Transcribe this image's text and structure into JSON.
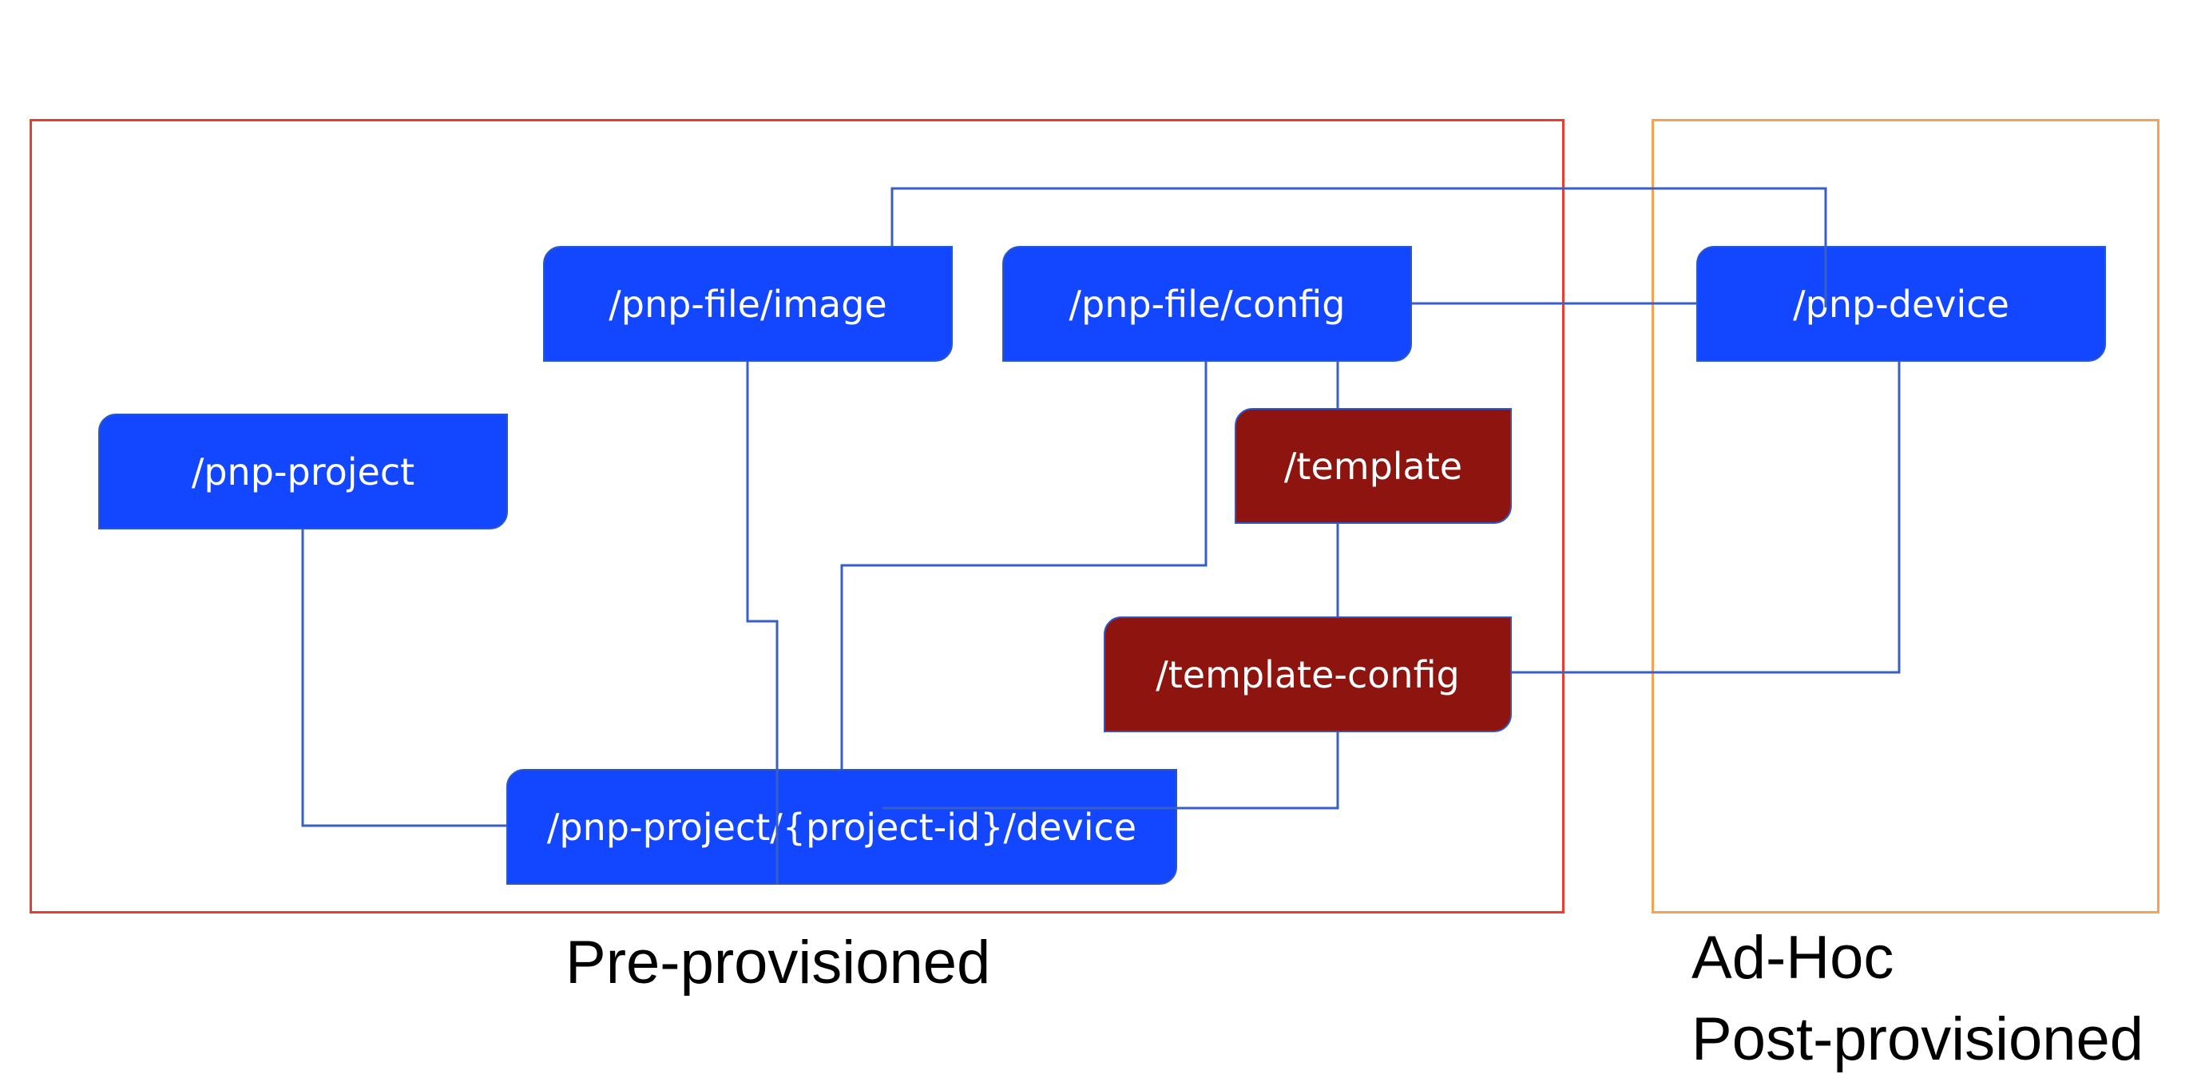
{
  "groups": {
    "pre_provisioned": {
      "caption": "Pre-provisioned",
      "border_color": "#ee3b2e"
    },
    "ad_hoc": {
      "caption_line1": "Ad-Hoc",
      "caption_line2": "Post-provisioned",
      "border_color": "#f7a253"
    }
  },
  "nodes": {
    "pnp_project": {
      "label": "/pnp-project",
      "color": "#1346ff"
    },
    "pnp_file_image": {
      "label": "/pnp-file/image",
      "color": "#1346ff"
    },
    "pnp_file_config": {
      "label": "/pnp-file/config",
      "color": "#1346ff"
    },
    "pnp_device": {
      "label": "/pnp-device",
      "color": "#1346ff"
    },
    "template": {
      "label": "/template",
      "color": "#8e150f"
    },
    "template_config": {
      "label": "/template-config",
      "color": "#8e150f"
    },
    "pnp_project_device": {
      "label": "/pnp-project/{project-id}/device",
      "color": "#1346ff"
    }
  },
  "connectors": [
    {
      "from": "pnp_file_image",
      "to": "pnp_device"
    },
    {
      "from": "pnp_file_config",
      "to": "pnp_device"
    },
    {
      "from": "pnp_file_config",
      "to": "template"
    },
    {
      "from": "template",
      "to": "template_config"
    },
    {
      "from": "template_config",
      "to": "pnp_project_device"
    },
    {
      "from": "pnp_device",
      "to": "template_config"
    },
    {
      "from": "pnp_project",
      "to": "pnp_project_device"
    },
    {
      "from": "pnp_file_image",
      "to": "pnp_project_device"
    },
    {
      "from": "pnp_file_config",
      "to": "pnp_project_device"
    }
  ],
  "line_color": "#3a5fc4"
}
